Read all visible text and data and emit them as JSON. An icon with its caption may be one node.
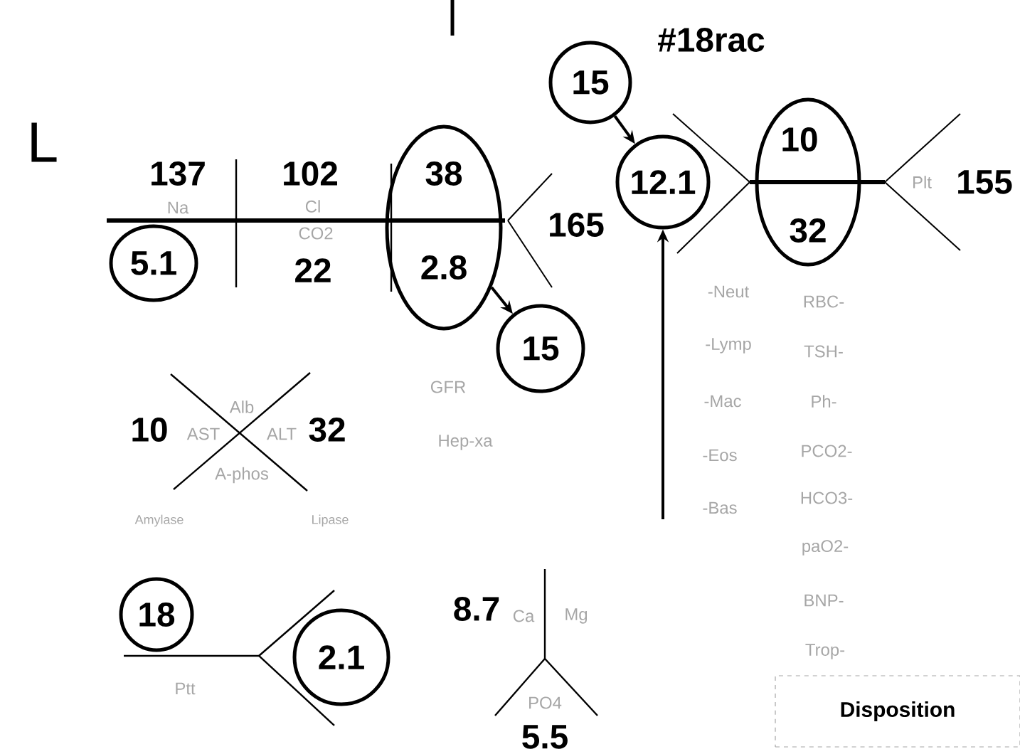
{
  "diagram": {
    "nodes": [
      {
        "text": [
          "15"
        ]
      },
      {
        "text": [
          "12.1"
        ]
      },
      {
        "text": [
          "10",
          "32"
        ]
      },
      {
        "text": [
          "38",
          "2.8"
        ]
      },
      {
        "text": [
          "15"
        ]
      },
      {
        "text": [
          "5.1"
        ]
      },
      {
        "text": [
          "18"
        ]
      },
      {
        "text": [
          "2.1"
        ]
      },
      {
        "text": [
          "Disposition"
        ]
      }
    ],
    "edges": [
      {
        "from": 0,
        "to": 1,
        "arrow": "to"
      },
      {
        "from": 3,
        "to": 4,
        "arrow": "to"
      },
      {
        "from": null,
        "to": 1,
        "arrow": "to"
      }
    ],
    "labels": [
      "L",
      "#18rac",
      "137",
      "102",
      "Na",
      "Cl",
      "165",
      "Plt",
      "155",
      "CO2",
      "22",
      "-Neut",
      "RBC-",
      "GFR",
      "10",
      "Alb",
      "AST",
      "ALT",
      "32",
      "-Lymp",
      "TSH-",
      "Hep-xa",
      "-Mac",
      "Ph-",
      "A-phos",
      "-Eos",
      "PCO2-",
      "-Bas",
      "HCO3-",
      "Amylase",
      "Lipase",
      "paO2-",
      "BNP-",
      "8.7",
      "Ca",
      "Mg",
      "Ptt",
      "Trop-",
      "PO4",
      "5.5"
    ]
  }
}
